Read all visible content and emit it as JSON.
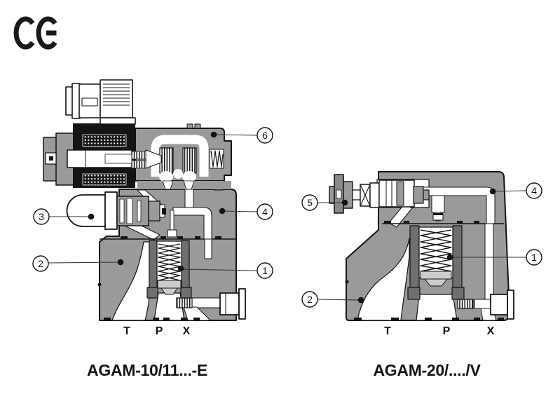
{
  "ce_mark": {
    "label": "CE"
  },
  "left": {
    "caption": "AGAM-10/11...-E",
    "ports": {
      "t": "T",
      "p": "P",
      "x": "X"
    },
    "callouts": {
      "c1": "1",
      "c2": "2",
      "c3": "3",
      "c4": "4",
      "c6": "6"
    }
  },
  "right": {
    "caption": "AGAM-20/..../V",
    "ports": {
      "t": "T",
      "p": "P",
      "x": "X"
    },
    "callouts": {
      "c1": "1",
      "c2": "2",
      "c4": "4",
      "c5": "5"
    }
  },
  "colors": {
    "body": "#9a9a9a",
    "dark": "#6f6f6f",
    "light": "#cccccc",
    "ink": "#141414"
  }
}
